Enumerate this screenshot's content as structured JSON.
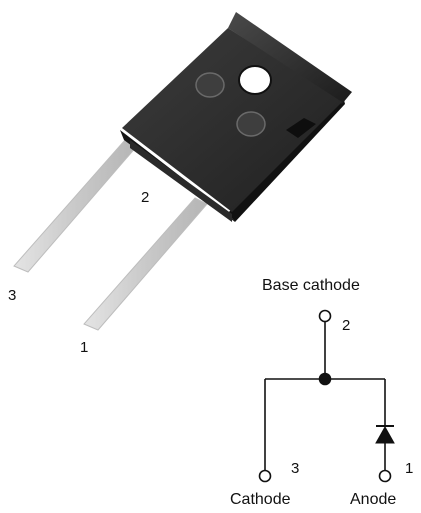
{
  "package": {
    "pin_labels": [
      "2",
      "3",
      "1"
    ]
  },
  "schematic": {
    "title": "Base cathode",
    "pin_top": "2",
    "pin_left": "3",
    "pin_right": "1",
    "label_left": "Cathode",
    "label_right": "Anode"
  }
}
